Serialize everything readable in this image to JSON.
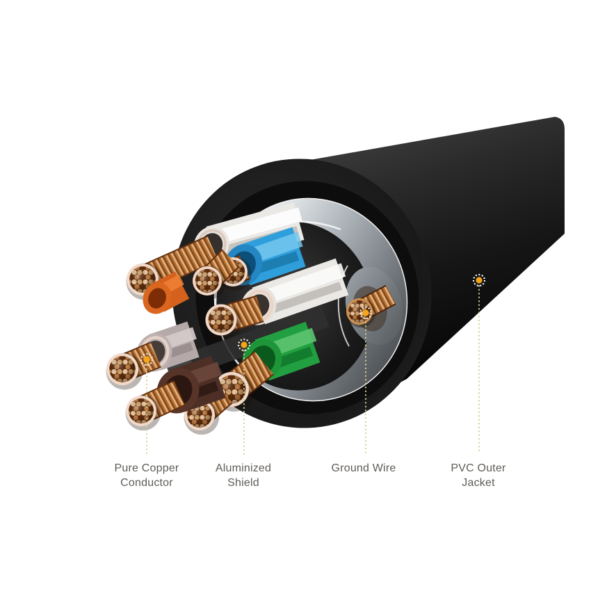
{
  "title": "Ethernet cable construction cutaway diagram",
  "callouts": [
    {
      "id": "pure-copper-conductor",
      "line1": "Pure Copper",
      "line2": "Conductor"
    },
    {
      "id": "aluminized-shield",
      "line1": "Aluminized",
      "line2": "Shield"
    },
    {
      "id": "ground-wire",
      "line1": "Ground Wire",
      "line2": ""
    },
    {
      "id": "pvc-outer-jacket",
      "line1": "PVC Outer",
      "line2": "Jacket"
    }
  ],
  "parts": {
    "jacket": "PVC outer jacket",
    "shield": "Aluminized shield",
    "ground": "Ground wire",
    "conductors": "Pure copper stranded conductors",
    "pairs": [
      "white",
      "blue",
      "orange",
      "white",
      "gray",
      "green",
      "brown"
    ]
  },
  "colors": {
    "background": "#ffffff",
    "jacket_black": "#1d1d1d",
    "shield_silver": "#c7cbce",
    "copper": "#b9762f",
    "copper_dark": "#63300f",
    "copper_light": "#e7bd8e",
    "pair_blue": "#2f9fdc",
    "pair_orange": "#d4611d",
    "pair_green": "#22a041",
    "pair_brown": "#4d2f26",
    "pair_gray": "#b5a9a9",
    "pair_white": "#ebe9e5",
    "insulation_ring": "#f1d9ca",
    "callout_dot": "#f3a51c",
    "callout_dot_ring": "#f7f3e2",
    "leader_line": "#d6d190",
    "label_text": "#5f5d59"
  }
}
